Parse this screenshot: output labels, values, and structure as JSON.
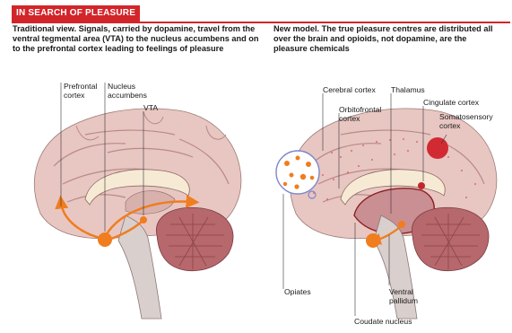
{
  "header": {
    "title": "IN SEARCH OF PLEASURE"
  },
  "left_panel": {
    "caption": "Traditional view. Signals, carried by dopamine, travel from the ventral tegmental area (VTA) to the nucleus accumbens and on to the prefrontal cortex leading to feelings of pleasure",
    "labels": {
      "prefrontal_1": "Prefrontal",
      "prefrontal_2": "cortex",
      "nucleus_1": "Nucleus",
      "nucleus_2": "accumbens",
      "vta": "VTA"
    }
  },
  "right_panel": {
    "caption": "New model. The true pleasure centres are distributed all over the brain and opioids, not dopamine, are the pleasure chemicals",
    "labels": {
      "cerebral_cortex": "Cerebral cortex",
      "thalamus": "Thalamus",
      "orbitofrontal_1": "Orbitofrontal",
      "orbitofrontal_2": "cortex",
      "cingulate_cortex": "Cingulate cortex",
      "somatosensory_1": "Somatosensory",
      "somatosensory_2": "cortex",
      "opiates": "Opiates",
      "ventral_pallidum_1": "Ventral",
      "ventral_pallidum_2": "pallidum",
      "caudate_nucleus": "Coudate nucleus"
    }
  },
  "colors": {
    "accent": "#d2252a",
    "pathway": "#f07d1e",
    "brain": "#e8c6c2",
    "cerebellum": "#b7686c"
  }
}
